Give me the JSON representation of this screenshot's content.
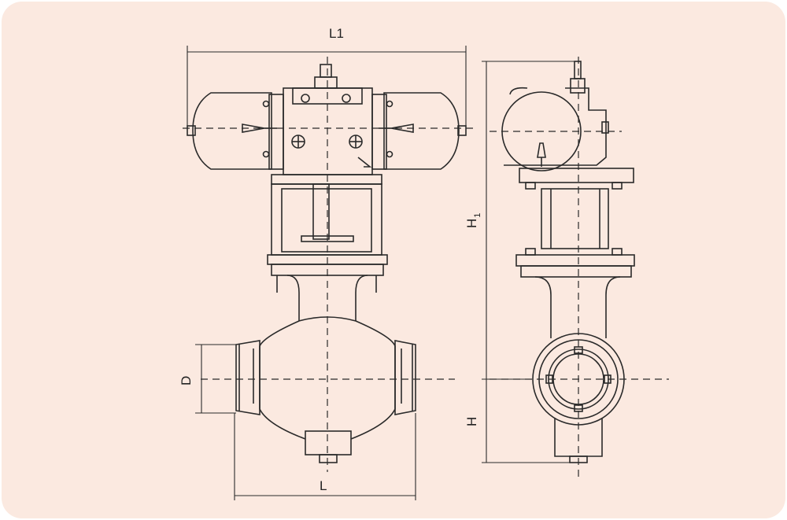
{
  "labels": {
    "L1": "L1",
    "L": "L",
    "D": "D",
    "H": "H",
    "H1_main": "H",
    "H1_sub": "1"
  },
  "colors": {
    "background": "#fbe9e0",
    "line": "#2a2a2a"
  }
}
